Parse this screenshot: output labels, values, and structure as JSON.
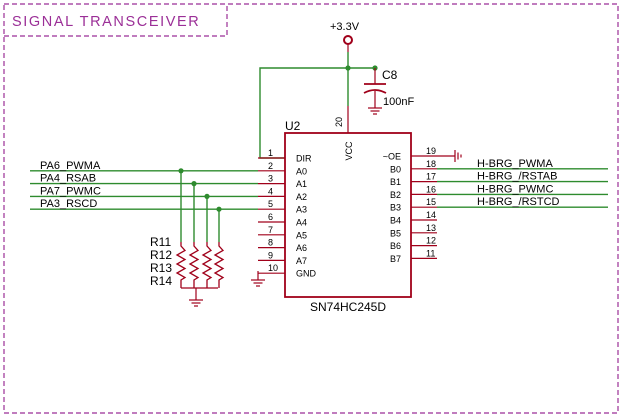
{
  "sheet_title": "SIGNAL TRANSCEIVER",
  "power": {
    "label": "+3.3V"
  },
  "capacitor": {
    "ref": "C8",
    "value": "100nF"
  },
  "ic": {
    "ref": "U2",
    "part": "SN74HC245D",
    "vcc_label": "VCC",
    "vcc_pin": "20",
    "left_pins": [
      {
        "num": "1",
        "name": "DIR"
      },
      {
        "num": "2",
        "name": "A0"
      },
      {
        "num": "3",
        "name": "A1"
      },
      {
        "num": "4",
        "name": "A2"
      },
      {
        "num": "5",
        "name": "A3"
      },
      {
        "num": "6",
        "name": "A4"
      },
      {
        "num": "7",
        "name": "A5"
      },
      {
        "num": "8",
        "name": "A6"
      },
      {
        "num": "9",
        "name": "A7"
      },
      {
        "num": "10",
        "name": "GND"
      }
    ],
    "right_pins": [
      {
        "num": "19",
        "name": "~OE"
      },
      {
        "num": "18",
        "name": "B0"
      },
      {
        "num": "17",
        "name": "B1"
      },
      {
        "num": "16",
        "name": "B2"
      },
      {
        "num": "15",
        "name": "B3"
      },
      {
        "num": "14",
        "name": "B4"
      },
      {
        "num": "13",
        "name": "B5"
      },
      {
        "num": "12",
        "name": "B6"
      },
      {
        "num": "11",
        "name": "B7"
      }
    ]
  },
  "left_nets": [
    "PA6_PWMA",
    "PA4_RSAB",
    "PA7_PWMC",
    "PA3_RSCD"
  ],
  "right_nets": [
    "H-BRG_PWMA",
    "H-BRG_/RSTAB",
    "H-BRG_PWMC",
    "H-BRG_/RSTCD"
  ],
  "resistors": [
    "R11",
    "R12",
    "R13",
    "R14"
  ]
}
